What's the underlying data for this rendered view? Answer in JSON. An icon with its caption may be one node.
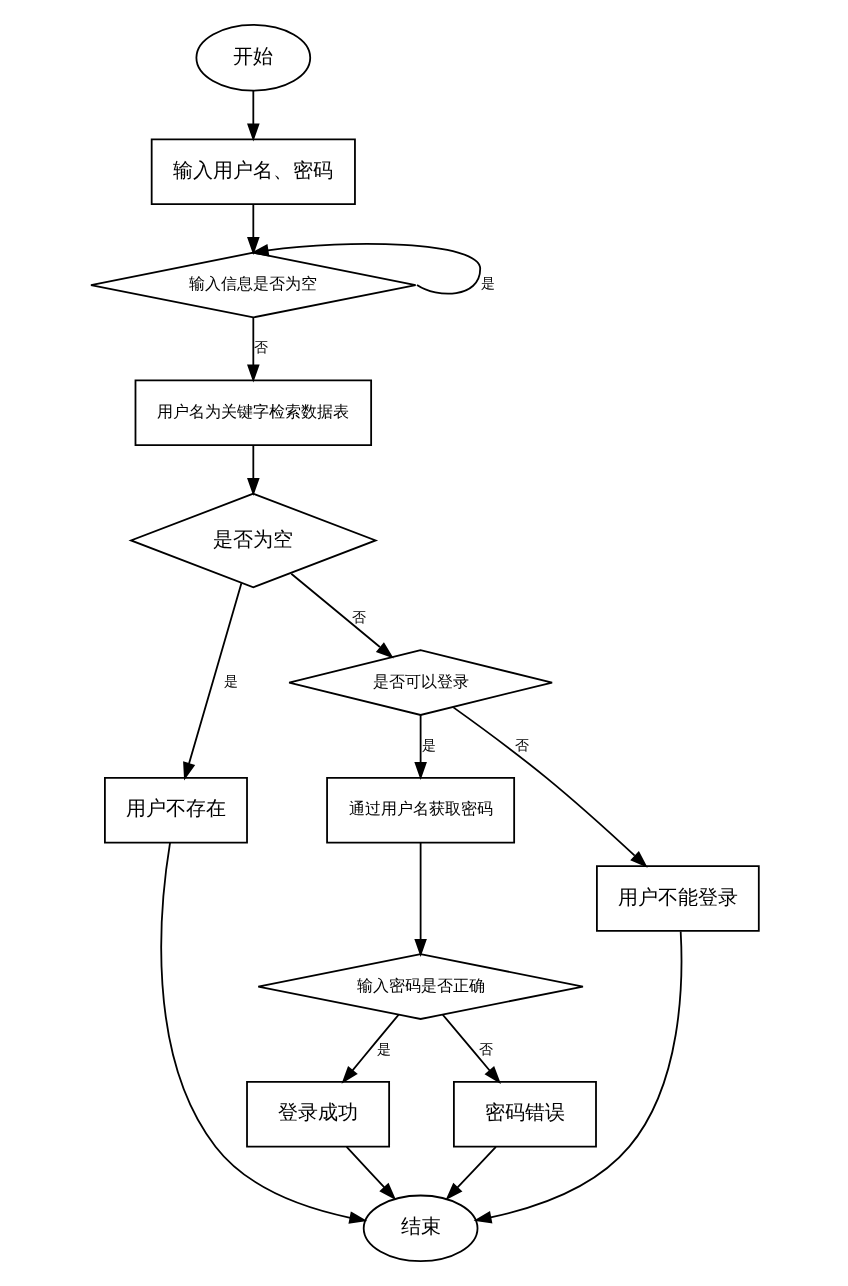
{
  "diagram": {
    "nodes": [
      {
        "text": [
          "开始"
        ]
      },
      {
        "text": [
          "输入用户名、密码"
        ]
      },
      {
        "text": [
          "输入信息是否为空"
        ]
      },
      {
        "text": [
          "用户名为关键字检索数据表"
        ]
      },
      {
        "text": [
          "是否为空"
        ]
      },
      {
        "text": [
          "用户不存在"
        ]
      },
      {
        "text": [
          "是否可以登录"
        ]
      },
      {
        "text": [
          "通过用户名获取密码"
        ]
      },
      {
        "text": [
          "用户不能登录"
        ]
      },
      {
        "text": [
          "输入密码是否正确"
        ]
      },
      {
        "text": [
          "登录成功"
        ]
      },
      {
        "text": [
          "密码错误"
        ]
      },
      {
        "text": [
          "结束"
        ]
      }
    ],
    "edges": [
      {
        "from": 0,
        "to": 1,
        "arrow": "to"
      },
      {
        "from": 1,
        "to": 2,
        "arrow": "to"
      },
      {
        "from": 2,
        "to": 2,
        "arrow": "to",
        "label": "是"
      },
      {
        "from": 2,
        "to": 3,
        "arrow": "to",
        "label": "否"
      },
      {
        "from": 3,
        "to": 4,
        "arrow": "to"
      },
      {
        "from": 4,
        "to": 5,
        "arrow": "to",
        "label": "是"
      },
      {
        "from": 4,
        "to": 6,
        "arrow": "to",
        "label": "否"
      },
      {
        "from": 6,
        "to": 7,
        "arrow": "to",
        "label": "是"
      },
      {
        "from": 6,
        "to": 8,
        "arrow": "to",
        "label": "否"
      },
      {
        "from": 7,
        "to": 9,
        "arrow": "to"
      },
      {
        "from": 9,
        "to": 10,
        "arrow": "to",
        "label": "是"
      },
      {
        "from": 9,
        "to": 11,
        "arrow": "to",
        "label": "否"
      },
      {
        "from": 5,
        "to": 12,
        "arrow": "to"
      },
      {
        "from": 10,
        "to": 12,
        "arrow": "to"
      },
      {
        "from": 11,
        "to": 12,
        "arrow": "to"
      },
      {
        "from": 8,
        "to": 12,
        "arrow": "to"
      }
    ]
  }
}
